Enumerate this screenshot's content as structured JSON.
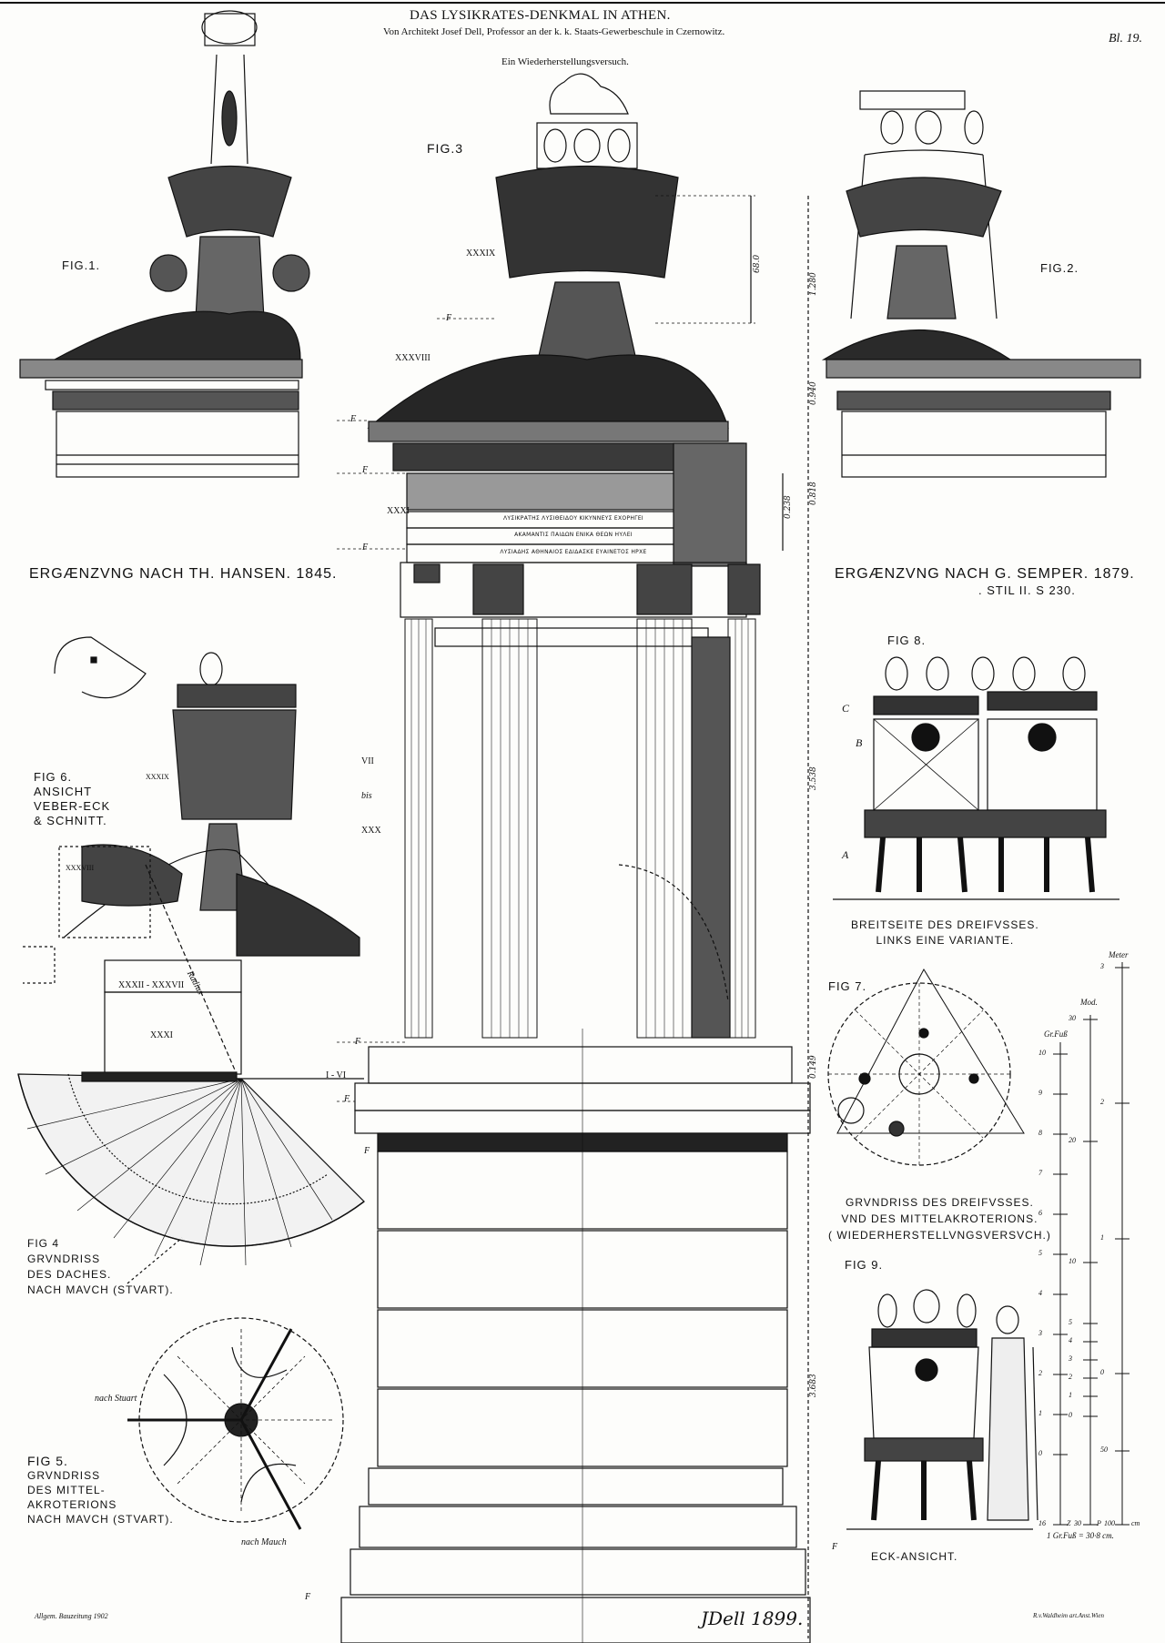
{
  "header": {
    "title": "DAS LYSIKRATES-DENKMAL IN ATHEN.",
    "subtitle": "Von Architekt Josef Dell, Professor an der k. k. Staats-Gewerbeschule in Czernowitz.",
    "tagline": "Ein Wiederherstellungsversuch.",
    "sheet": "Bl. 19."
  },
  "figures": {
    "fig1": {
      "label": "FIG.1.",
      "caption": "ERGÆNZVNG NACH TH. HANSEN. 1845."
    },
    "fig2": {
      "label": "FIG.2.",
      "caption": "ERGÆNZVNG NACH G. SEMPER. 1879.",
      "caption2": ". STIL II. S 230."
    },
    "fig3": {
      "label": "FIG.3"
    },
    "fig4": {
      "label": "FIG 4",
      "lines": [
        "GRVNDRISS",
        "DES DACHES.",
        "NACH MAVCH (STVART)."
      ],
      "radius": "Radius"
    },
    "fig5": {
      "label": "FIG 5.",
      "lines": [
        "GRVNDRISS",
        "DES MITTEL-",
        "AKROTERIONS",
        "NACH MAVCH (STVART)."
      ],
      "nach_stuart": "nach Stuart",
      "nach_mauch": "nach Mauch"
    },
    "fig6": {
      "label": "FIG 6.",
      "lines": [
        "ANSICHT",
        "VEBER-ECK",
        "& SCHNITT."
      ]
    },
    "fig7": {
      "label": "FIG 7.",
      "lines": [
        "GRVNDRISS DES DREIFVSSES.",
        "VND DES MITTELAKROTERIONS.",
        "( WIEDERHERSTELLVNGSVERSVCH.)"
      ]
    },
    "fig8": {
      "label": "FIG 8.",
      "lines": [
        "BREITSEITE DES DREIFVSSES.",
        "LINKS EINE VARIANTE."
      ],
      "letters": [
        "C",
        "B",
        "A"
      ]
    },
    "fig9": {
      "label": "FIG 9.",
      "caption": "ECK-ANSICHT."
    }
  },
  "section_marks": {
    "xxxix": "XXXIX",
    "xxxviii": "XXXVIII",
    "xxxi": "XXXI",
    "vii": "VII",
    "bis": "bis",
    "xxx": "XXX",
    "i_vi": "I - VI",
    "xxxii_xxxvii": "XXXII - XXXVII",
    "f": "F"
  },
  "dimensions": [
    "68.0",
    "1.280",
    "0.940",
    "0.818",
    "0.238",
    "3.538",
    "0.149",
    "3.683"
  ],
  "inscription": [
    "ΛΥΣΙΚΡΑΤΗΣ ΛΥΣΙΘΕΙΔΟΥ ΚΙΚΥΝΝΕΥΣ ΕΧΟΡΗΓΕΙ",
    "ΑΚΑΜΑΝΤΙΣ ΠΑΙΔΩΝ ΕΝΙΚΑ ΘΕΩΝ ΗΥΛΕΙ",
    "ΛΥΣΙΑΔΗΣ ΑΘΗΝΑΙΟΣ ΕΔΙΔΑΣΚΕ ΕΥΑΙΝΕΤΟΣ ΗΡΧΕ"
  ],
  "scales": {
    "grfuss": {
      "title": "Gr.Fuß",
      "ticks": [
        "10",
        "9",
        "8",
        "7",
        "6",
        "5",
        "4",
        "3",
        "2",
        "1",
        "0",
        "16"
      ],
      "end": "Z"
    },
    "mod": {
      "title": "Mod.",
      "ticks": [
        "30",
        "20",
        "10",
        "5",
        "4",
        "3",
        "2",
        "1",
        "0",
        "30"
      ],
      "end": "P"
    },
    "meter": {
      "title": "Meter",
      "ticks": [
        "3",
        "2",
        "1",
        "0",
        "50",
        "100"
      ],
      "end": "cm"
    },
    "note": "1 Gr.Fuß = 30·8 cm."
  },
  "footer": {
    "publisher": "Allgem. Bauzeitung 1902",
    "signature": "JDell 1899.",
    "printer": "R.v.Waldheim art.Anst.Wien"
  }
}
